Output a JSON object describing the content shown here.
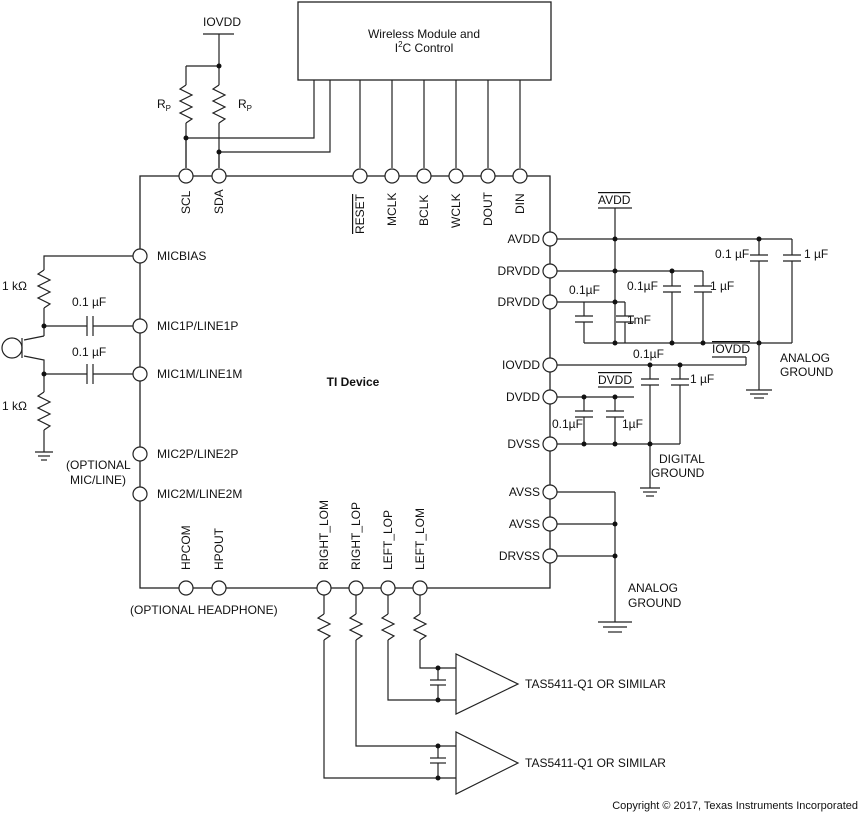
{
  "device": {
    "label": "TI Device"
  },
  "module": {
    "line1": "Wireless Module and",
    "line2_prefix": "I",
    "line2_sup": "2",
    "line2_suffix": "C Control"
  },
  "supplies": {
    "iovdd_top": "IOVDD",
    "avdd": "AVDD",
    "iovdd_right": "IOVDD",
    "dvdd": "DVDD"
  },
  "pullups": {
    "rp1": "R",
    "rp1_sub": "P",
    "rp2": "R",
    "rp2_sub": "P"
  },
  "top_pins": [
    "SCL",
    "SDA",
    "RESET",
    "MCLK",
    "BCLK",
    "WCLK",
    "DOUT",
    "DIN"
  ],
  "left_pins": [
    "MICBIAS",
    "MIC1P/LINE1P",
    "MIC1M/LINE1M",
    "MIC2P/LINE2P",
    "MIC2M/LINE2M"
  ],
  "right_pins": [
    "AVDD",
    "DRVDD",
    "DRVDD",
    "IOVDD",
    "DVDD",
    "DVSS",
    "AVSS",
    "AVSS",
    "DRVSS"
  ],
  "bottom_pins": [
    "HPCOM",
    "HPOUT",
    "RIGHT_LOM",
    "RIGHT_LOP",
    "LEFT_LOP",
    "LEFT_LOM"
  ],
  "mic_parts": {
    "r1": "1 kΩ",
    "r2": "1 kΩ",
    "c1": "0.1 µF",
    "c2": "0.1 µF"
  },
  "optional_mic": {
    "line1": "(OPTIONAL",
    "line2": "MIC/LINE)"
  },
  "optional_hp": "(OPTIONAL HEADPHONE)",
  "caps": {
    "avdd_c1": "0.1 µF",
    "avdd_c2": "1 µF",
    "drv_c1": "0.1µF",
    "drv_c2": "1 µF",
    "drv_c3": "0.1µF",
    "drv_c4": "1mF",
    "io_c": "0.1µF",
    "dv_c1": "1 µF",
    "dv_c2": "0.1µF",
    "dv_c3": "1µF"
  },
  "grounds": {
    "analog1_l1": "ANALOG",
    "analog1_l2": "GROUND",
    "digital_l1": "DIGITAL",
    "digital_l2": "GROUND",
    "analog2_l1": "ANALOG",
    "analog2_l2": "GROUND"
  },
  "amps": [
    "TAS5411-Q1 OR SIMILAR",
    "TAS5411-Q1 OR SIMILAR"
  ],
  "copyright": "Copyright © 2017, Texas Instruments Incorporated"
}
